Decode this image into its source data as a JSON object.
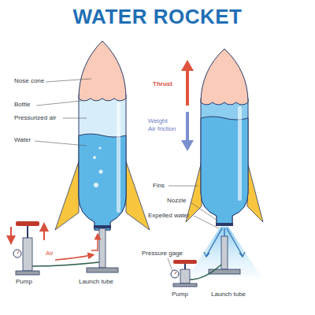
{
  "diagram": {
    "title": "WATER ROCKET",
    "labels": [
      "Nose cone",
      "Bottle",
      "Pressurized air",
      "Water",
      "Air",
      "Pump",
      "Launch tube",
      "Thrust",
      "Weight",
      "Air friction",
      "Fins",
      "Nozzle",
      "Expelled water",
      "Pressure gage",
      "Pump",
      "Launch tube"
    ]
  }
}
